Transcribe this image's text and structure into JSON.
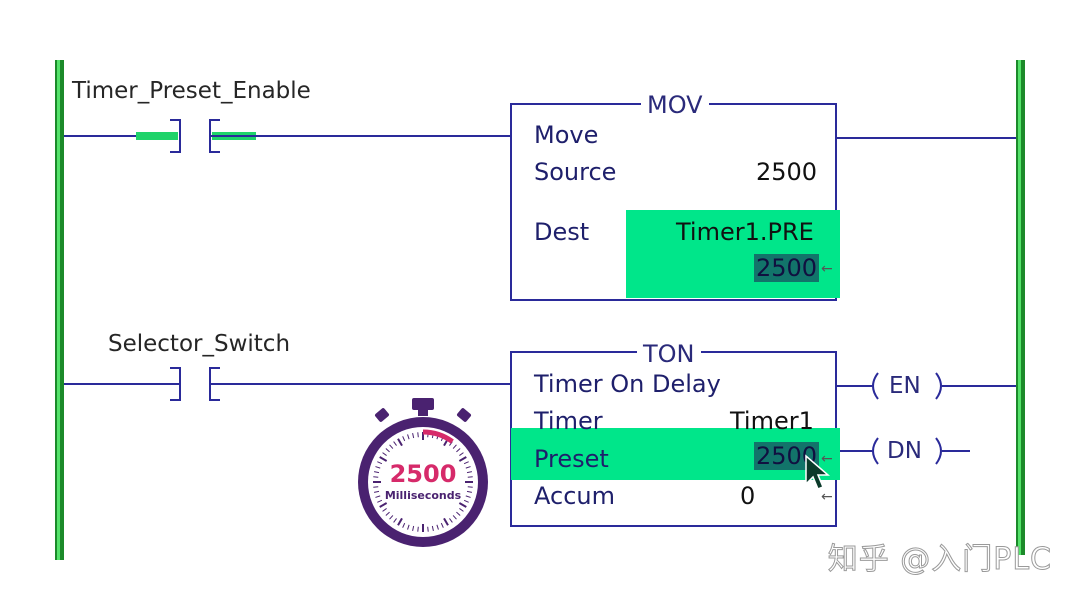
{
  "rung1": {
    "contact_tag": "Timer_Preset_Enable",
    "block": {
      "title": "MOV",
      "subtitle": "Move",
      "source_label": "Source",
      "source_value": "2500",
      "dest_label": "Dest",
      "dest_tag": "Timer1.PRE",
      "dest_value": "2500"
    }
  },
  "rung2": {
    "contact_tag": "Selector_Switch",
    "block": {
      "title": "TON",
      "subtitle": "Timer On Delay",
      "timer_label": "Timer",
      "timer_value": "Timer1",
      "preset_label": "Preset",
      "preset_value": "2500",
      "accum_label": "Accum",
      "accum_value": "0"
    },
    "coils": {
      "en": "EN",
      "dn": "DN"
    }
  },
  "stopwatch": {
    "value": "2500",
    "unit": "Milliseconds",
    "progress_fraction": 0.1
  },
  "watermark": "知乎 @入门PLC",
  "colors": {
    "wire": "#2a2a9a",
    "energized": "#1fd36a",
    "highlight": "#00e68a",
    "rail": "#1c8a2a",
    "stopwatch_ring": "#4a2270",
    "stopwatch_value": "#d62a6a"
  }
}
